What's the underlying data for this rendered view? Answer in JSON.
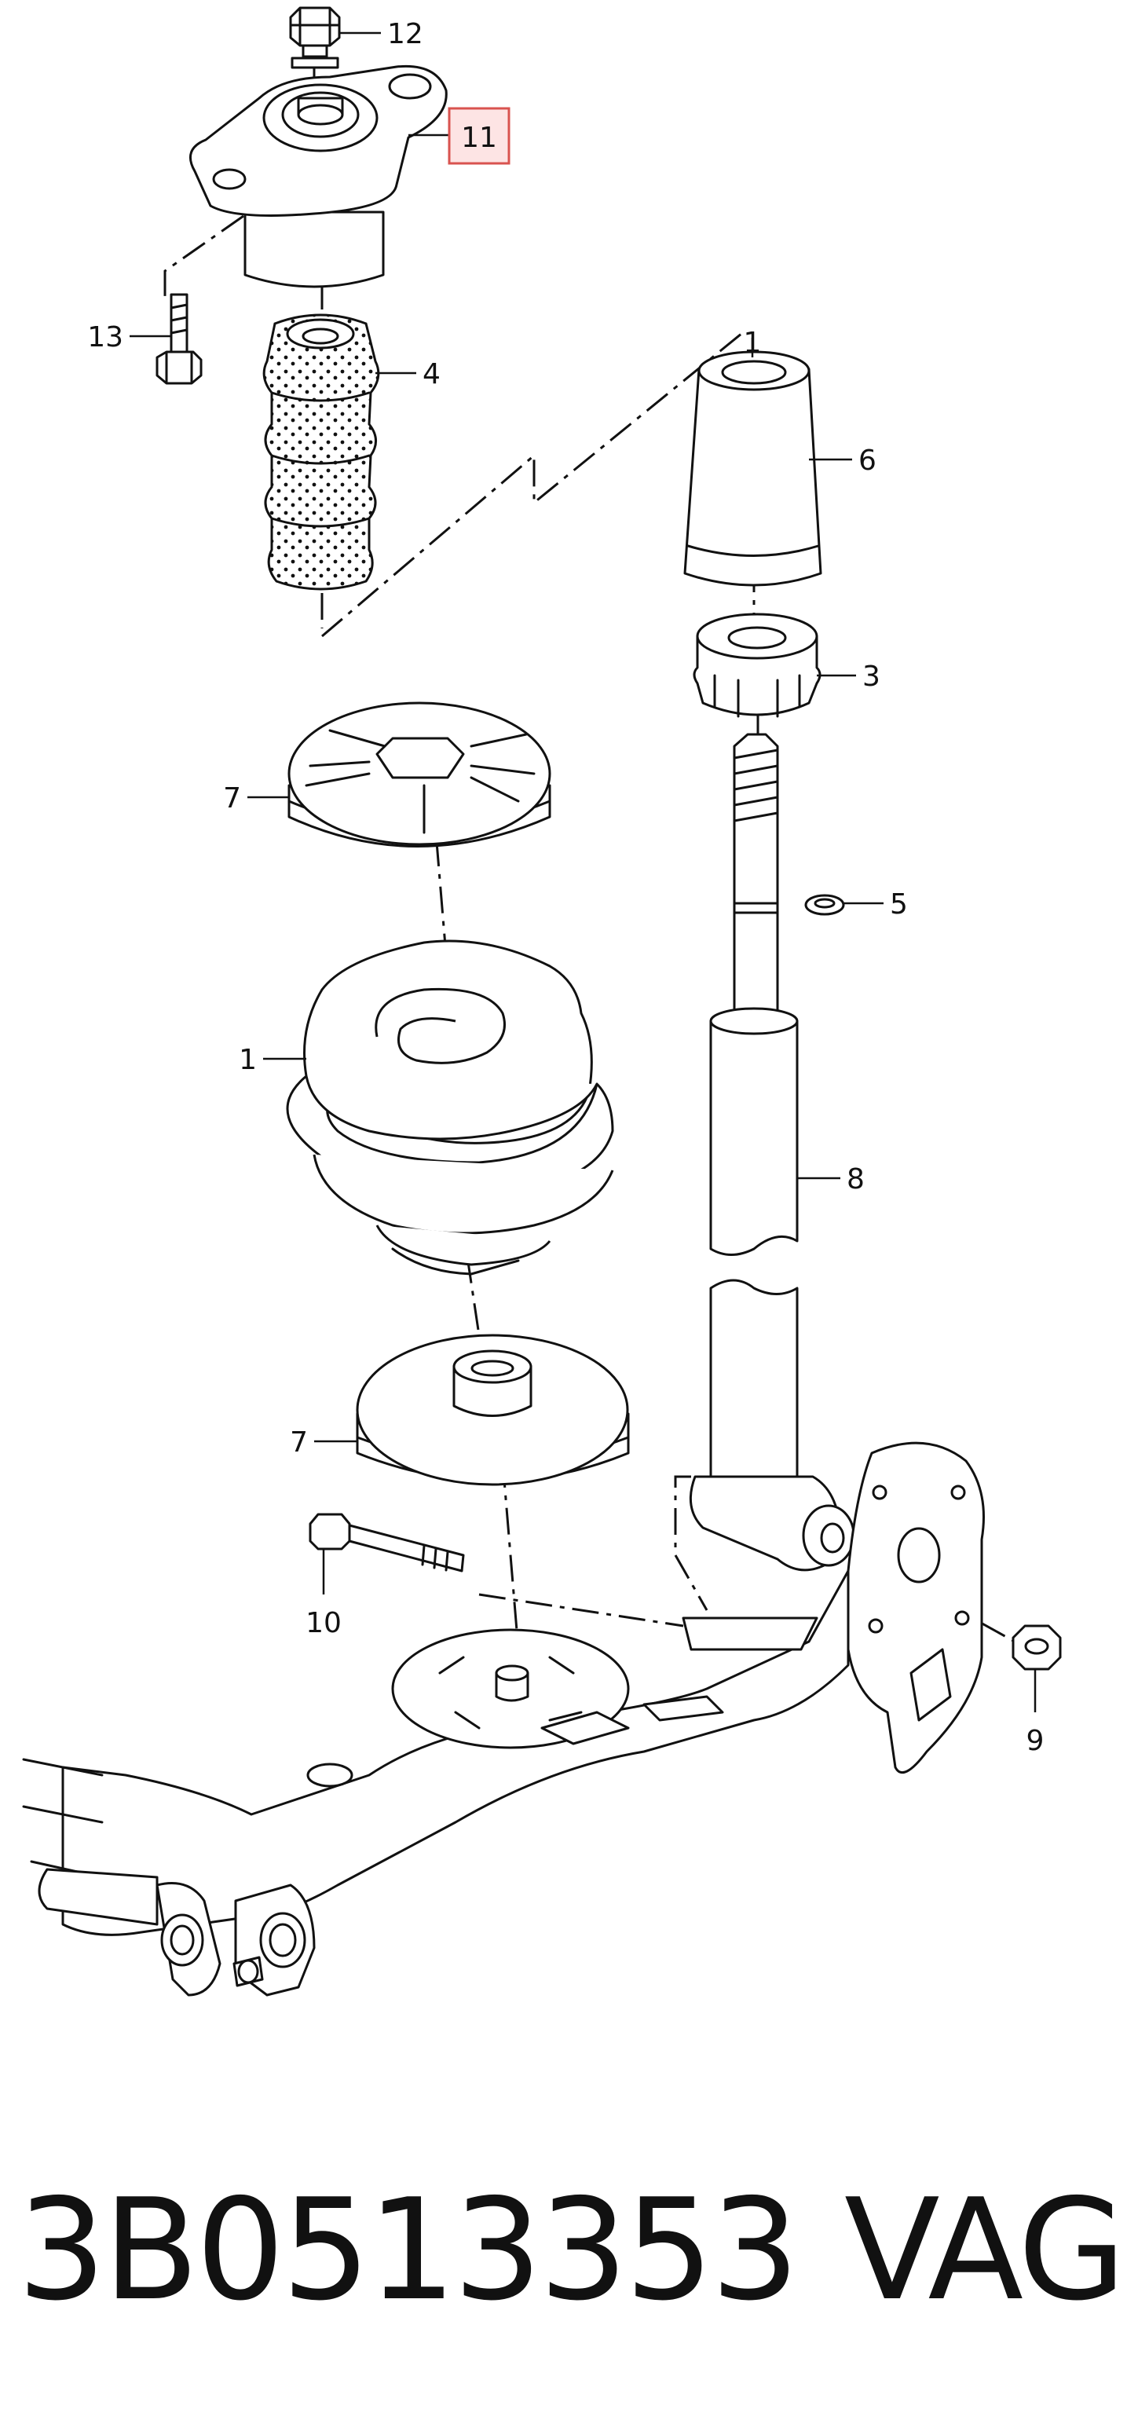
{
  "callouts": [
    {
      "id": "11",
      "label": "11",
      "highlighted": true
    },
    {
      "id": "12",
      "label": "12"
    },
    {
      "id": "13",
      "label": "13"
    },
    {
      "id": "4",
      "label": "4"
    },
    {
      "id": "1a",
      "label": "1"
    },
    {
      "id": "6",
      "label": "6"
    },
    {
      "id": "3",
      "label": "3"
    },
    {
      "id": "7a",
      "label": "7"
    },
    {
      "id": "5",
      "label": "5"
    },
    {
      "id": "1b",
      "label": "1"
    },
    {
      "id": "8",
      "label": "8"
    },
    {
      "id": "7b",
      "label": "7"
    },
    {
      "id": "10",
      "label": "10"
    },
    {
      "id": "9",
      "label": "9"
    }
  ],
  "caption": {
    "part_number": "3B0513353",
    "brand": "VAG"
  },
  "colors": {
    "line": "#111111",
    "highlight_stroke": "#d9534f",
    "highlight_fill": "#fde4e4"
  }
}
